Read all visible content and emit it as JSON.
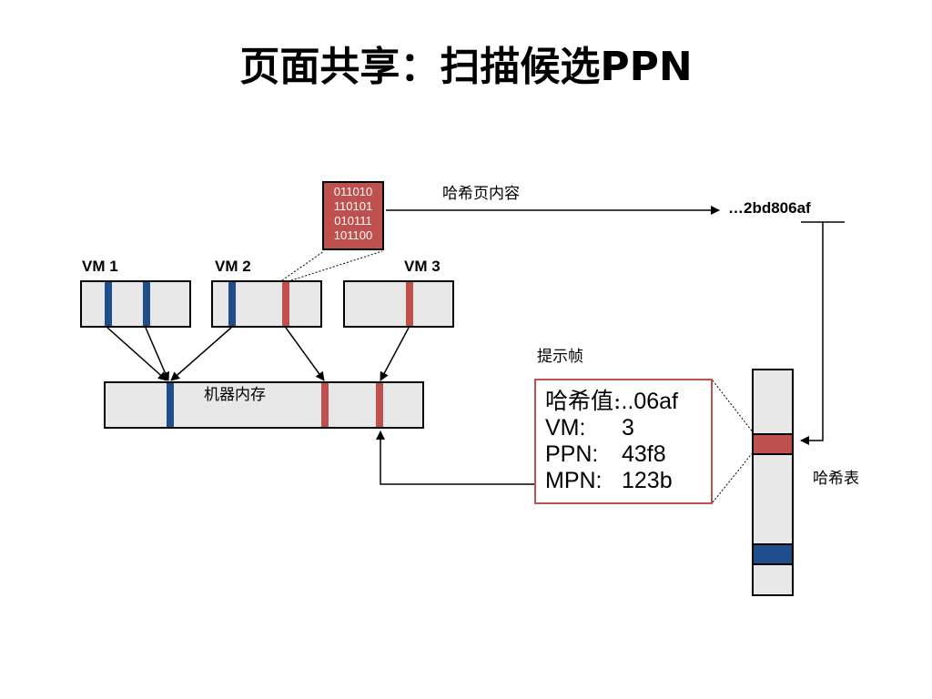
{
  "title": "页面共享：扫描候选PPN",
  "binary_page": {
    "lines": [
      "011010",
      "110101",
      "010111",
      "101100"
    ]
  },
  "hash_label": "哈希页内容",
  "hash_result": "…2bd806af",
  "vms": [
    {
      "label": "VM 1"
    },
    {
      "label": "VM 2"
    },
    {
      "label": "VM 3"
    }
  ],
  "machine_memory_label": "机器内存",
  "hint_frame": {
    "label": "提示帧",
    "rows": [
      {
        "key": "哈希值:",
        "value": "..06af"
      },
      {
        "key": "VM:",
        "value": "3"
      },
      {
        "key": "PPN:",
        "value": "43f8"
      },
      {
        "key": "MPN:",
        "value": "123b"
      }
    ]
  },
  "hash_table_label": "哈希表",
  "colors": {
    "shared_page": "#c0504d",
    "page": "#1f4e8c",
    "box_fill": "#e8e8e8"
  }
}
